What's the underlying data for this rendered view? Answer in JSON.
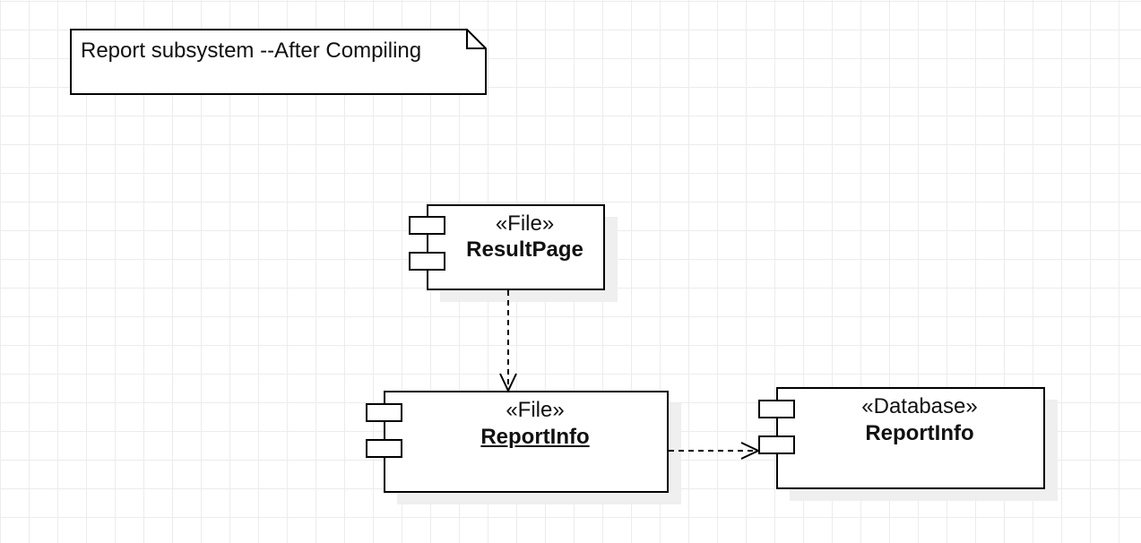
{
  "note": {
    "text": "Report subsystem --After Compiling"
  },
  "components": {
    "result_page": {
      "stereotype": "«File»",
      "name": "ResultPage"
    },
    "report_info_file": {
      "stereotype": "«File»",
      "name": "ReportInfo"
    },
    "report_info_db": {
      "stereotype": "«Database»",
      "name": "ReportInfo"
    }
  }
}
